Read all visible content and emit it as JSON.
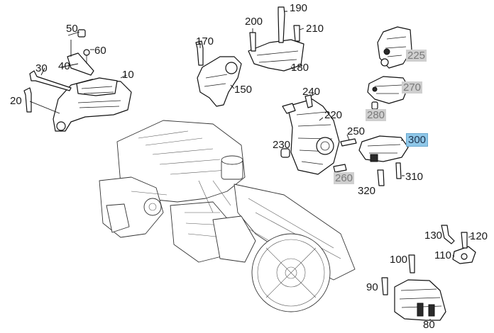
{
  "callouts": [
    {
      "id": "c50",
      "label": "50",
      "style": "plain"
    },
    {
      "id": "c60",
      "label": "60",
      "style": "plain"
    },
    {
      "id": "c40",
      "label": "40",
      "style": "plain"
    },
    {
      "id": "c30",
      "label": "30",
      "style": "plain"
    },
    {
      "id": "c10",
      "label": "10",
      "style": "plain"
    },
    {
      "id": "c20",
      "label": "20",
      "style": "plain"
    },
    {
      "id": "c170",
      "label": "170",
      "style": "plain"
    },
    {
      "id": "c150",
      "label": "150",
      "style": "plain"
    },
    {
      "id": "c200",
      "label": "200",
      "style": "plain"
    },
    {
      "id": "c190",
      "label": "190",
      "style": "plain"
    },
    {
      "id": "c210",
      "label": "210",
      "style": "plain"
    },
    {
      "id": "c180",
      "label": "180",
      "style": "plain"
    },
    {
      "id": "c225",
      "label": "225",
      "style": "grey"
    },
    {
      "id": "c270",
      "label": "270",
      "style": "grey"
    },
    {
      "id": "c280",
      "label": "280",
      "style": "grey"
    },
    {
      "id": "c240",
      "label": "240",
      "style": "plain"
    },
    {
      "id": "c220",
      "label": "220",
      "style": "plain"
    },
    {
      "id": "c250",
      "label": "250",
      "style": "plain"
    },
    {
      "id": "c300",
      "label": "300",
      "style": "highlight"
    },
    {
      "id": "c230",
      "label": "230",
      "style": "plain"
    },
    {
      "id": "c260",
      "label": "260",
      "style": "grey"
    },
    {
      "id": "c310",
      "label": "310",
      "style": "plain"
    },
    {
      "id": "c320",
      "label": "320",
      "style": "plain"
    },
    {
      "id": "c130",
      "label": "130",
      "style": "plain"
    },
    {
      "id": "c120",
      "label": "120",
      "style": "plain"
    },
    {
      "id": "c100",
      "label": "100",
      "style": "plain"
    },
    {
      "id": "c110",
      "label": "110",
      "style": "plain"
    },
    {
      "id": "c90",
      "label": "90",
      "style": "plain"
    },
    {
      "id": "c80",
      "label": "80",
      "style": "plain"
    }
  ],
  "colors": {
    "highlight_bg": "#8fc7e8",
    "grey_bg": "#cfcfcf",
    "line": "#111111"
  }
}
